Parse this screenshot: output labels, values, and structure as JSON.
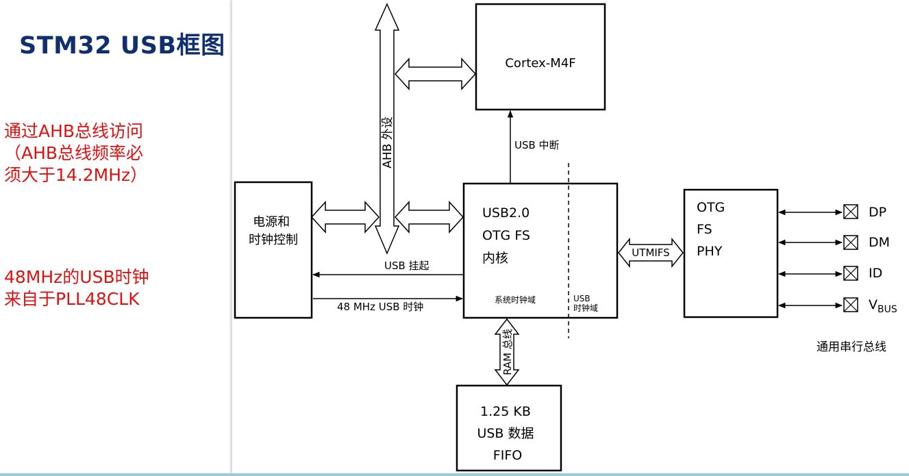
{
  "title": "STM32 USB框图（F4/F7）",
  "notes": {
    "ahb": "通过AHB总线访问\n（AHB总线频率必\n须大于14.2MHz）",
    "clock": "48MHz的USB时钟\n来自于PLL48CLK"
  },
  "diagram": {
    "cortex": "Cortex-M4F",
    "ahb_bus": "AHB 外设",
    "usb_interrupt": "USB 中断",
    "power_clock": [
      "电源和",
      "时钟控制"
    ],
    "core": [
      "USB2.0",
      "OTG FS",
      "内核"
    ],
    "system_clock_domain": "系统时钟域",
    "usb_clock_domain": [
      "USB",
      "时钟域"
    ],
    "usb_suspend": "USB 挂起",
    "usb_clock_48": "48 MHz USB 时钟",
    "utmifs": "UTMIFS",
    "phy": [
      "OTG",
      "FS",
      "PHY"
    ],
    "pins": [
      "DP",
      "DM",
      "ID",
      "V"
    ],
    "vbus_sub": "BUS",
    "serial_bus": "通用串行总线",
    "ram_bus": "RAM 总线",
    "fifo": [
      "1.25 KB",
      "USB 数据",
      "FIFO"
    ]
  }
}
